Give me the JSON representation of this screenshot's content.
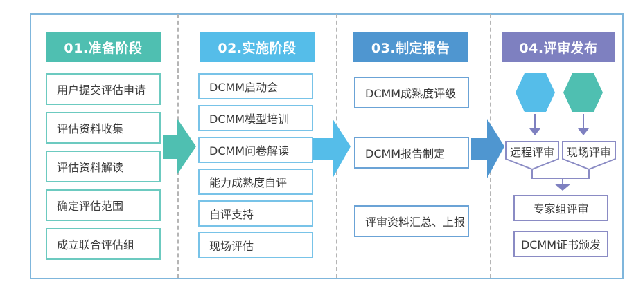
{
  "colors": {
    "stage1": "#4fbfb1",
    "stage2": "#55bde9",
    "stage3": "#4f96d0",
    "stage4": "#7e80c0",
    "frame": "#7fb6dc",
    "divider": "#b5b5b5",
    "text": "#3a3a3a"
  },
  "stages": [
    {
      "header": "01.准备阶段",
      "items": [
        "用户提交评估申请",
        "评估资料收集",
        "评估资料解读",
        "确定评估范围",
        "成立联合评估组"
      ]
    },
    {
      "header": "02.实施阶段",
      "items": [
        "DCMM启动会",
        "DCMM模型培训",
        "DCMM问卷解读",
        "能力成熟度自评",
        "自评支持",
        "现场评估"
      ]
    },
    {
      "header": "03.制定报告",
      "items": [
        "DCMM成熟度评级",
        "DCMM报告制定",
        "评审资料汇总、上报"
      ]
    },
    {
      "header": "04.评审发布",
      "hexagons": [
        "hexagon-blue",
        "hexagon-teal"
      ],
      "review_types": [
        "远程评审",
        "现场评审"
      ],
      "items": [
        "专家组评审",
        "DCMM证书颁发"
      ]
    }
  ]
}
